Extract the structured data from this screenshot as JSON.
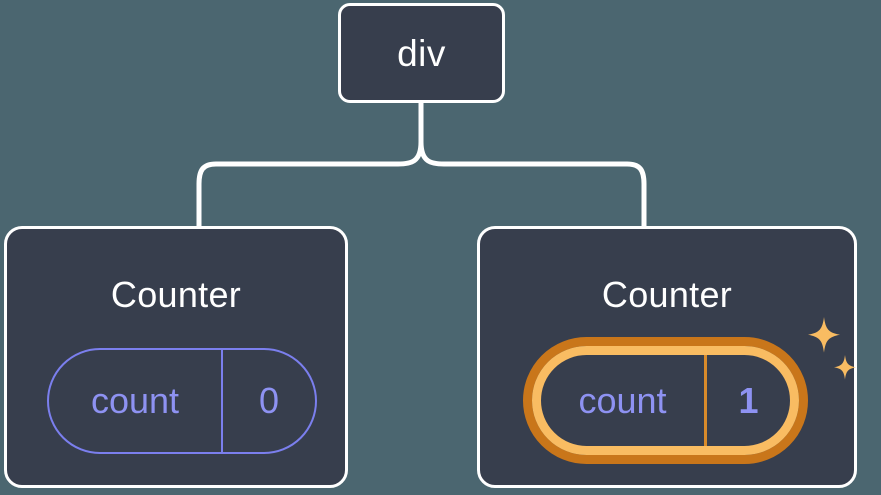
{
  "diagram": {
    "type": "component-tree",
    "description": "React component tree showing a div parent with two Counter children; the second Counter's count state is highlighted as updated",
    "colors": {
      "background": "#4b6670",
      "node_fill": "#373e4d",
      "node_border": "#ffffff",
      "connector": "#ffffff",
      "state_accent": "#7b7fee",
      "state_text": "#8e92f2",
      "highlight_outer": "#c9761a",
      "highlight_inner": "#f9bc62",
      "sparkle": "#f9bc62"
    },
    "nodes": [
      {
        "id": "root",
        "label": "div",
        "highlighted": false
      },
      {
        "id": "counter-left",
        "label": "Counter",
        "highlighted": false,
        "state": {
          "key": "count",
          "value": "0"
        }
      },
      {
        "id": "counter-right",
        "label": "Counter",
        "highlighted": true,
        "state": {
          "key": "count",
          "value": "1"
        },
        "decorations": [
          "sparkle-large-icon",
          "sparkle-small-icon"
        ]
      }
    ],
    "edges": [
      {
        "from": "root",
        "to": "counter-left"
      },
      {
        "from": "root",
        "to": "counter-right"
      }
    ]
  }
}
